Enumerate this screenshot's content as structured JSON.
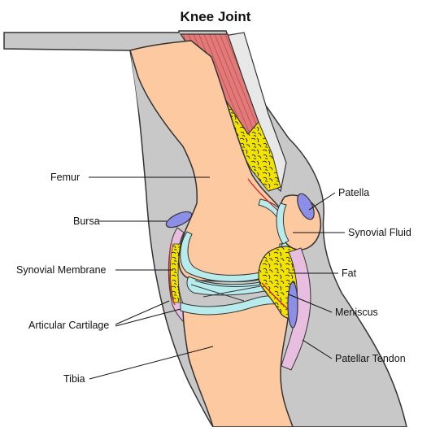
{
  "title": "Knee Joint",
  "labels": {
    "femur": "Femur",
    "bursa": "Bursa",
    "synovial_membrane": "Synovial Membrane",
    "articular_cartilage": "Articular Cartilage",
    "tibia": "Tibia",
    "patella": "Patella",
    "synovial_fluid": "Synovial Fluid",
    "fat": "Fat",
    "meniscus": "Meniscus",
    "patellar_tendon": "Patellar Tendon"
  },
  "colors": {
    "leg": "#c8c8c8",
    "bone": "#fdc9a1",
    "cartilage": "#b8ecec",
    "fat": "#f2e400",
    "muscle": "#e37a7a",
    "tendon": "#e8e8e8",
    "bursa": "#8d8ee8",
    "membrane": "#e7bedf"
  }
}
